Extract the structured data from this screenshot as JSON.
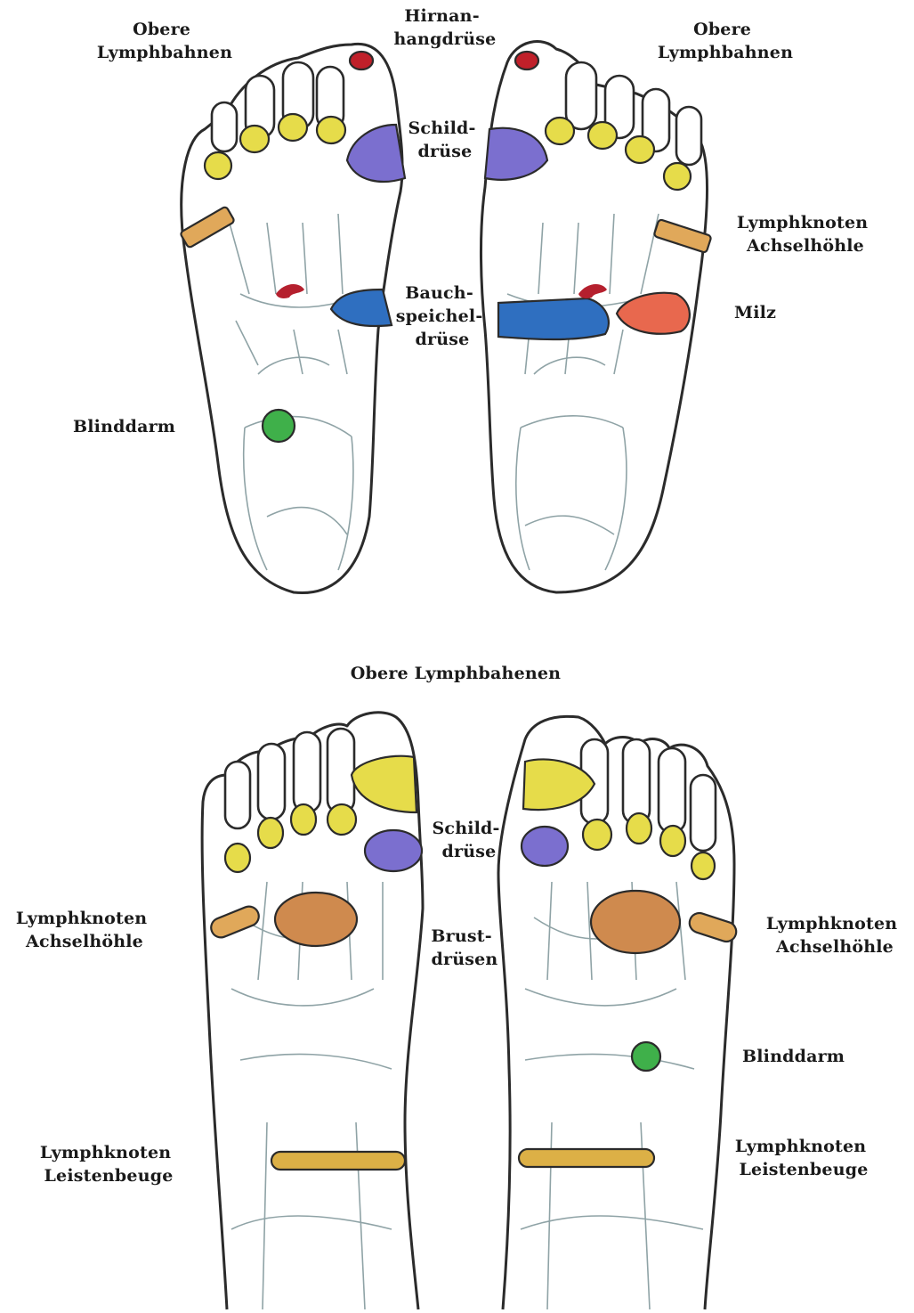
{
  "labels": {
    "obere_lymph_left": [
      "Obere",
      "Lymphbahnen"
    ],
    "hirnanhang": [
      "Hirnan-",
      "hangdrüse"
    ],
    "obere_lymph_right": [
      "Obere",
      "Lymphbahnen"
    ],
    "schild_top": [
      "Schild-",
      "drüse"
    ],
    "lymph_achsel_top": [
      "Lymphknoten",
      "Achselhöhle"
    ],
    "bauchspeichel": [
      "Bauch-",
      "speichel-",
      "drüse"
    ],
    "milz": "Milz",
    "blinddarm_top": "Blinddarm",
    "obere_lymph_bottom": "Obere Lymphbahenen",
    "schild_bottom": [
      "Schild-",
      "drüse"
    ],
    "lymph_achsel_bottom_left": [
      "Lymphknoten",
      "Achselhöhle"
    ],
    "brustdruesen": [
      "Brust-",
      "drüsen"
    ],
    "lymph_achsel_bottom_right": [
      "Lymphknoten",
      "Achselhöhle"
    ],
    "blinddarm_bottom": "Blinddarm",
    "leisten_left": [
      "Lymphknoten",
      "Leistenbeuge"
    ],
    "leisten_right": [
      "Lymphknoten",
      "Leistenbeuge"
    ]
  },
  "colors": {
    "lymph_yellow": "#e6dc4a",
    "pituitary_red": "#c0202a",
    "thyroid_purple": "#7b6fcf",
    "axilla_orange": "#e0a85a",
    "pancreas_blue": "#2f6fc0",
    "spleen_red": "#e8684e",
    "appendix_green": "#3fb04a",
    "breast_brown": "#cf8a4e",
    "groin_gold": "#dcb046",
    "heart_red": "#b5202e"
  }
}
